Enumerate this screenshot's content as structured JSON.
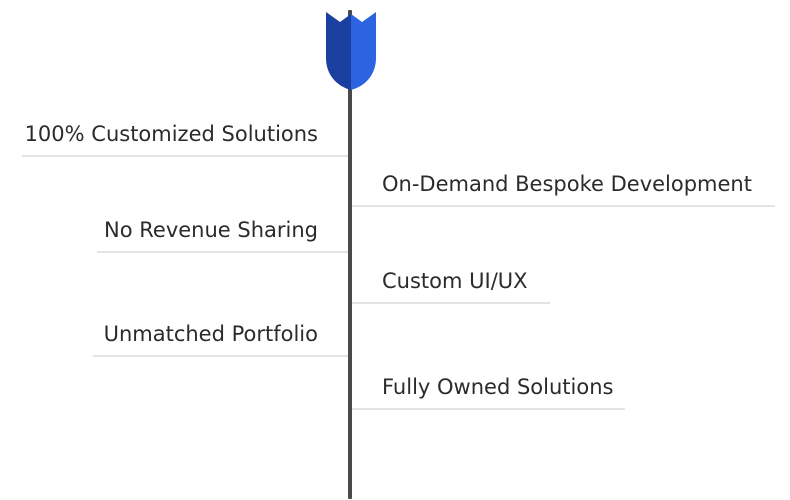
{
  "diagram": {
    "items": [
      {
        "label": "100% Customized Solutions",
        "side": "left"
      },
      {
        "label": "On-Demand Bespoke Development",
        "side": "right"
      },
      {
        "label": "No Revenue Sharing",
        "side": "left"
      },
      {
        "label": "Custom UI/UX",
        "side": "right"
      },
      {
        "label": "Unmatched Portfolio",
        "side": "left"
      },
      {
        "label": "Fully Owned Solutions",
        "side": "right"
      }
    ],
    "colors": {
      "shield_dark": "#1b3f9e",
      "shield_light": "#2b63e0",
      "axis": "#4a4a4a",
      "text": "#2b2b2b",
      "underline": "#e4e4e4"
    },
    "icon": "shield-arrow-fletching-icon"
  }
}
